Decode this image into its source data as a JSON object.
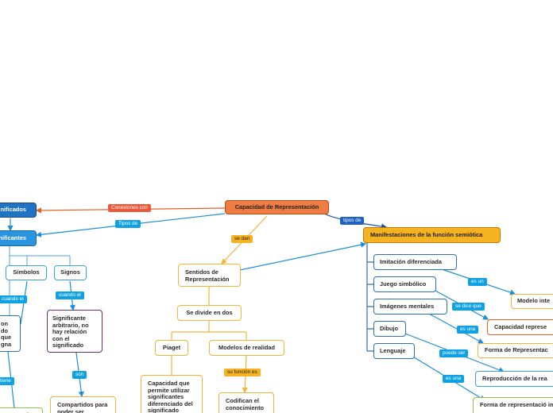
{
  "root": "Capacidad de Representación",
  "left": {
    "significados": "Significados",
    "significantes": "Significantes",
    "simbolos": "Símbolos",
    "signos": "Signos",
    "sig_arbitrario": "Significante arbitrario, no hay relación con el significado",
    "simbolo_partial": "on do que gna",
    "compartidos": "Compartidos para poder ser",
    "green_partial": "i"
  },
  "center": {
    "sentidos": "Sentidos de Representación",
    "divide": "Se divide en dos",
    "piaget": "Piaget",
    "modelos": "Modelos de realidad",
    "capacidad_piaget": "Capacidad que permite utilizar significantes diferenciado del significado",
    "codifican": "Codifican el conocimiento"
  },
  "right": {
    "manifestaciones": "Manifestaciones de la función semiótica",
    "imitacion": "Imitación diferenciada",
    "juego": "Juego simbólico",
    "imagenes": "Imágenes mentales",
    "dibujo": "Dibujo",
    "lenguaje": "Lenguaje",
    "modelo_inte": "Modelo inte",
    "capacidad_repres": "Capacidad represe",
    "forma_repres": "Forma de Representac",
    "reproduccion": "Reproducción de la rea",
    "forma_importe": "Forma de representació importe y original de e"
  },
  "links": {
    "conexiones_con": "Conexiones con",
    "tipos_de_left": "Tipos de",
    "se_dan": "se dan",
    "tipos_de_right": "tipos de",
    "cuando_el_1": "cuando el",
    "cuando_el_2": "cuando el",
    "tiene": "tiene",
    "son": "son",
    "su_funcion_es": "su función es",
    "es_un": "es un",
    "se_dice_que": "se dice que",
    "es_una_1": "es una",
    "puede_ser": "puede ser",
    "es_una_2": "es una"
  },
  "colors": {
    "root": "#ef7c43",
    "manifestaciones": "#f5b322",
    "significados": "#1f73c2",
    "significantes": "#2a95de",
    "link_red": "#ea5a3a",
    "link_blue": "#0ea2e5",
    "link_yellow": "#f4b225"
  }
}
